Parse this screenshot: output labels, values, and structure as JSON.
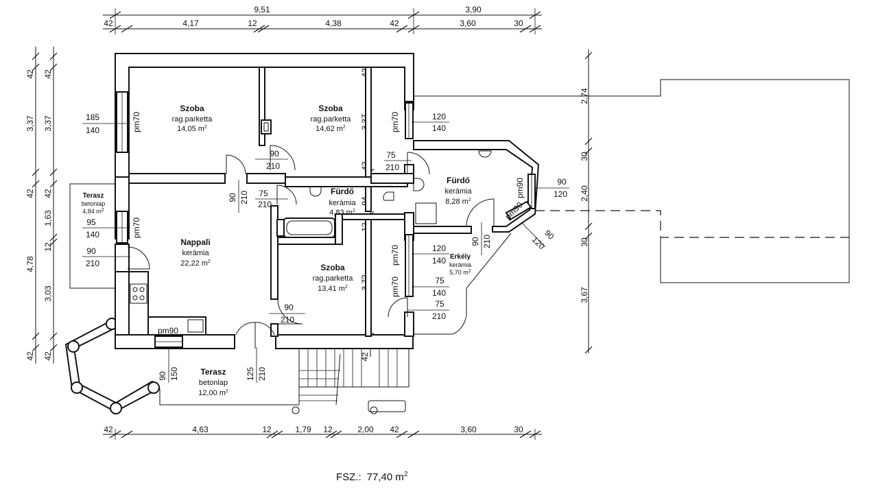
{
  "dimensions": {
    "top_overall": [
      "9,51",
      "3,90"
    ],
    "top_detail": [
      "42",
      "4,17",
      "12",
      "4,38",
      "42",
      "3,60",
      "30"
    ],
    "bottom_detail": [
      "42",
      "4,63",
      "12",
      "1,79",
      "12",
      "2,00",
      "42",
      "3,60",
      "30"
    ],
    "left_outer": [
      "42",
      "3,37",
      "42",
      "4,78",
      "42"
    ],
    "left_inner": [
      "42",
      "3,37",
      "42",
      "1,63",
      "12",
      "3,03",
      "42"
    ],
    "right_side": [
      "2,74",
      "30",
      "2,40",
      "30",
      "3,67"
    ],
    "interior": [
      "42",
      "3,37",
      "42",
      "94",
      "12",
      "3,72",
      "42"
    ]
  },
  "rooms": [
    {
      "name": "Szoba",
      "floor": "rag.parketta",
      "area": "14,05 m",
      "unit_sup": "2"
    },
    {
      "name": "Szoba",
      "floor": "rag.parketta",
      "area": "14,62 m",
      "unit_sup": "2"
    },
    {
      "name": "Fürdő",
      "floor": "kerámia",
      "area": "4,83 m",
      "unit_sup": "2"
    },
    {
      "name": "Fürdő",
      "floor": "kerámia",
      "area": "8,28 m",
      "unit_sup": "2"
    },
    {
      "name": "Nappali",
      "floor": "kerámia",
      "area": "22,22 m",
      "unit_sup": "2"
    },
    {
      "name": "Szoba",
      "floor": "rag.parketta",
      "area": "13,41 m",
      "unit_sup": "2"
    },
    {
      "name": "Terasz",
      "floor": "betonlap",
      "area": "4,84 m",
      "unit_sup": "2"
    },
    {
      "name": "Terasz",
      "floor": "betonlap",
      "area": "12,00 m",
      "unit_sup": "2"
    },
    {
      "name": "Erkély",
      "floor": "kerámia",
      "area": "5,70 m",
      "unit_sup": "2"
    }
  ],
  "openings": [
    {
      "w": "185",
      "h": "140"
    },
    {
      "w": "95",
      "h": "140"
    },
    {
      "w": "90",
      "h": "210"
    },
    {
      "w": "90",
      "h": "210"
    },
    {
      "w": "75",
      "h": "210"
    },
    {
      "w": "120",
      "h": "140"
    },
    {
      "w": "75",
      "h": "210"
    },
    {
      "w": "90",
      "h": "120"
    },
    {
      "w": "120",
      "h": "140"
    },
    {
      "w": "75",
      "h": "140"
    },
    {
      "w": "75",
      "h": "210"
    },
    {
      "w": "90",
      "h": "210"
    }
  ],
  "rotated_openings": [
    {
      "w": "90",
      "h": "210"
    },
    {
      "w": "90",
      "h": "210"
    },
    {
      "w": "90",
      "h": "150"
    },
    {
      "w": "125",
      "h": "210"
    },
    {
      "w": "120",
      "h": "90"
    }
  ],
  "parapet_labels": [
    "pm70",
    "pm70",
    "pm70",
    "pm90",
    "pm90",
    "pm70",
    "pm70",
    "pm90"
  ],
  "summary": {
    "label": "FSZ.:",
    "area": "77,40 m",
    "unit_sup": "2"
  }
}
